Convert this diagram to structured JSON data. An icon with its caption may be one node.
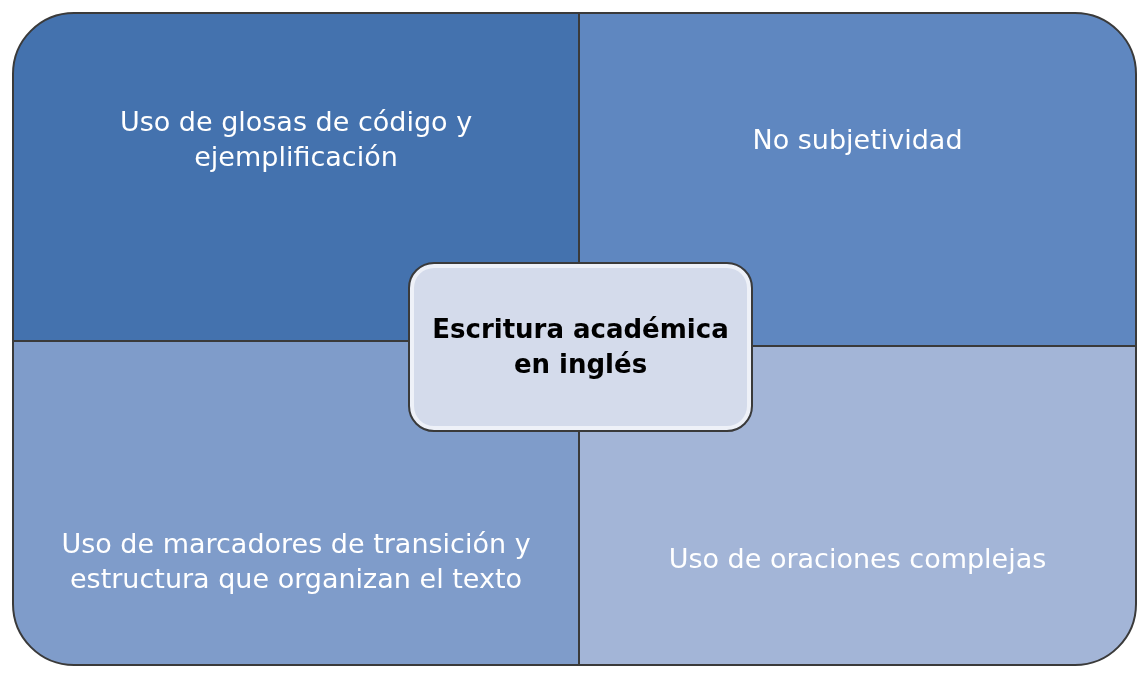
{
  "diagram": {
    "nodes": [
      {
        "text": [
          "Uso de glosas de código y ejemplificación"
        ]
      },
      {
        "text": [
          "No subjetividad"
        ]
      },
      {
        "text": [
          "Escritura académica en inglés"
        ]
      },
      {
        "text": [
          "Uso de marcadores de transición y estructura que organizan el texto"
        ]
      },
      {
        "text": [
          "Uso de oraciones complejas"
        ]
      }
    ]
  }
}
